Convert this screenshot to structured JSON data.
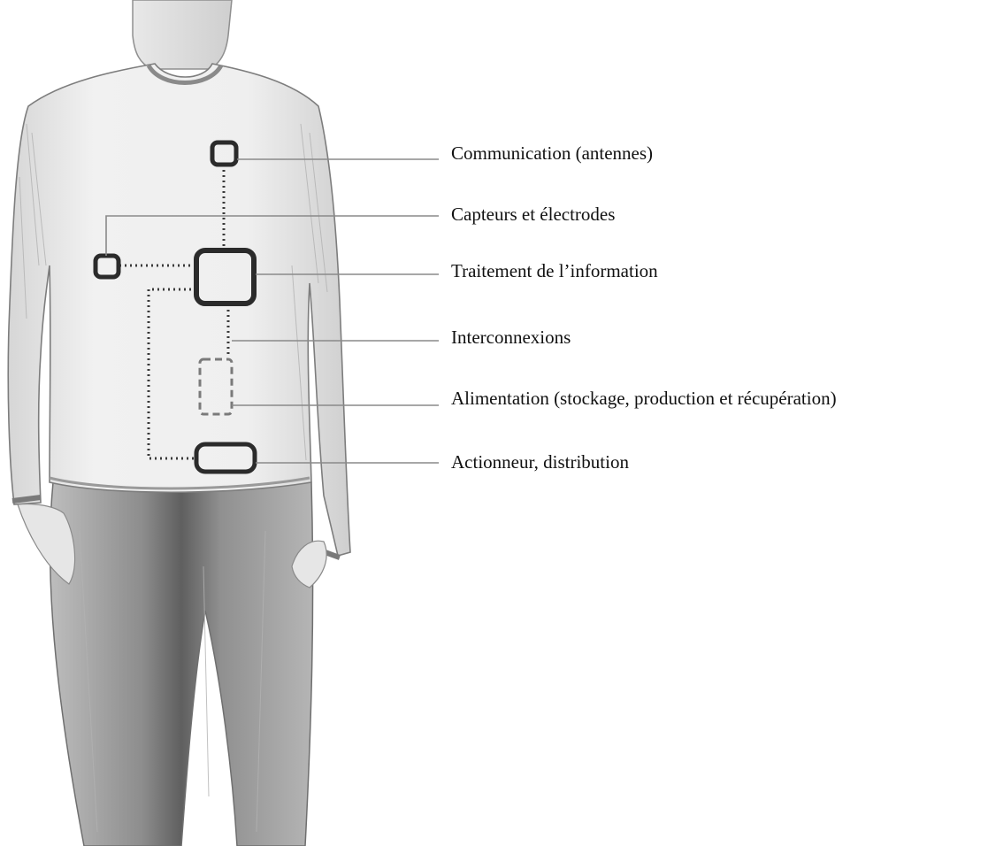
{
  "figure": {
    "subject": "sketch of a person wearing a long-sleeve shirt with embedded electronic components"
  },
  "components": [
    {
      "id": "communication",
      "label": "Communication (antennes)",
      "style": "solid"
    },
    {
      "id": "capteurs",
      "label": "Capteurs et électrodes",
      "style": "solid"
    },
    {
      "id": "traitement",
      "label": "Traitement de l’information",
      "style": "solid"
    },
    {
      "id": "interconnexions",
      "label": "Interconnexions",
      "style": "dotted-line"
    },
    {
      "id": "alimentation",
      "label": "Alimentation (stockage, production et récupération)",
      "style": "dashed"
    },
    {
      "id": "actionneur",
      "label": "Actionneur, distribution",
      "style": "solid"
    }
  ],
  "colors": {
    "component_stroke": "#2b2b2b",
    "leader_line": "#8a8a8a",
    "sketch_shading": "#9a9a9a",
    "background": "#ffffff"
  }
}
